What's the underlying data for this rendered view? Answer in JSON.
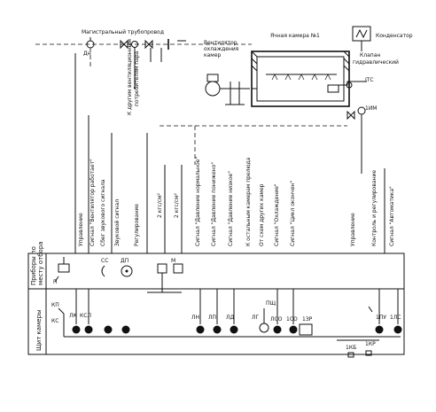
{
  "top_labels": {
    "main_pipe": "Магистральный трубопровод",
    "fan": [
      "Вентилятор",
      "охлаждения",
      "камер"
    ],
    "chamber": "Ячная камера №1",
    "condenser": "Конденсатор",
    "valve": [
      "Клапан",
      "гидравлический"
    ],
    "other_consumers": [
      "К другим вентиляционным",
      "потребителям пара"
    ]
  },
  "device_codes": {
    "dn": "Дн",
    "itc": "ІТС",
    "1im": "1ИМ",
    "cc": "СС",
    "dp": "ДП",
    "m": "М",
    "kp": "КП",
    "ks": "КС",
    "lk": "ЛК",
    "kcl": "КСЛ",
    "ln": "ЛН",
    "lp": "ЛП",
    "ld": "ЛД",
    "lg": "ЛГ",
    "pshch": "ПЩ",
    "lso": "ЛСО",
    "1so": "1СО",
    "1zr": "1ЗР",
    "1pu": "1ПУ",
    "1ls": "1ЛС",
    "1kb": "1КБ",
    "1kr": "1КР",
    "p": "П"
  },
  "circuit_labels": [
    "Управление",
    "Сигнал \"Вентилятор работает\"",
    "Сбег звукового сигнала",
    "Звуковой сигнал",
    "Регулирование",
    "2 кгс/см²",
    "2 кгс/см²",
    "Сигнал \"Давление нормальное\"",
    "Сигнал \"Давление понижено\"",
    "Сигнал \"Давление низкое\"",
    "К остальным камерам прелюда",
    "От схем других камер",
    "Сигнал \"Охлаждение\"",
    "Сигнал \"Цикл окончен\"",
    "Управление",
    "Контроль и регулирование",
    "Сигнал \"Автоматика\""
  ],
  "left_labels": {
    "row1": [
      "Приборы по",
      "месту отбора"
    ],
    "row2": "Щит камеры"
  }
}
